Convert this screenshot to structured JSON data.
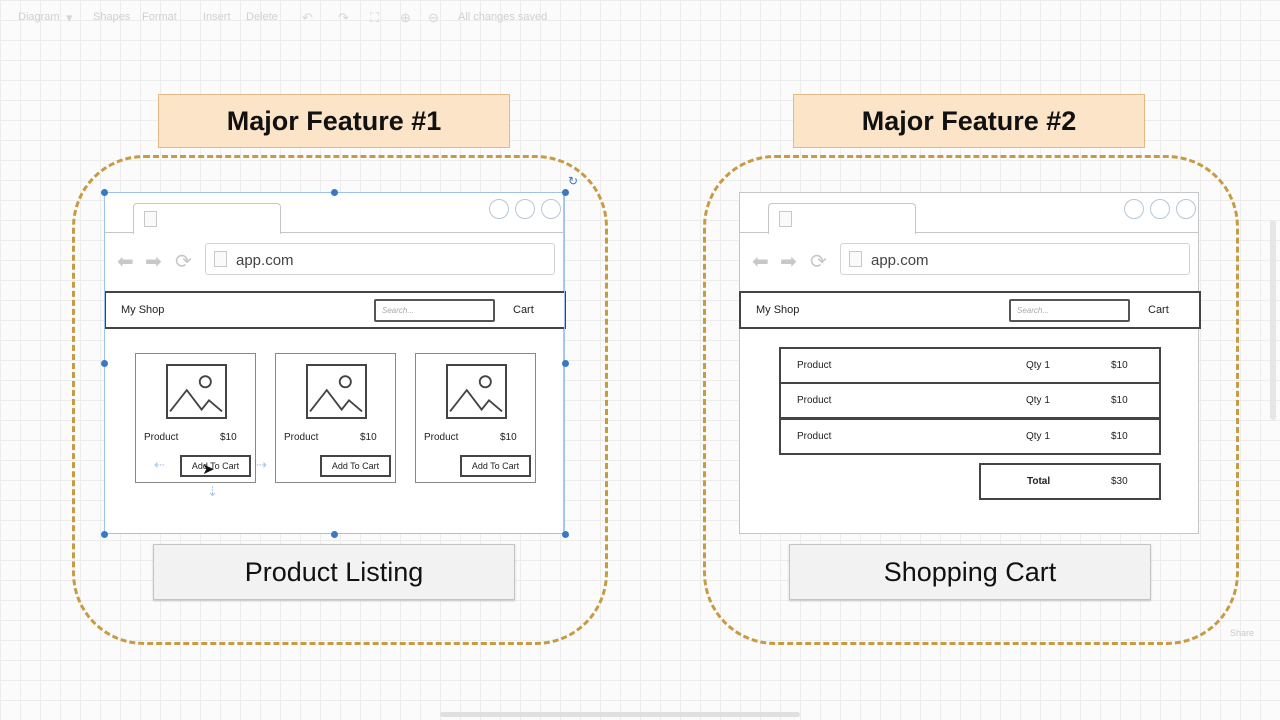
{
  "toolbar": {
    "diagram_menu": "Diagram",
    "shapes": "Shapes",
    "format": "Format",
    "insert": "Insert",
    "delete": "Delete",
    "status": "All changes saved"
  },
  "features": [
    {
      "header": "Major Feature #1",
      "caption": "Product Listing",
      "browser": {
        "url": "app.com",
        "shop_name": "My Shop",
        "search_placeholder": "Search...",
        "cart_label": "Cart"
      },
      "products": [
        {
          "name": "Product",
          "price": "$10",
          "button": "Add To Cart"
        },
        {
          "name": "Product",
          "price": "$10",
          "button": "Add To Cart"
        },
        {
          "name": "Product",
          "price": "$10",
          "button": "Add To Cart"
        }
      ]
    },
    {
      "header": "Major Feature #2",
      "caption": "Shopping Cart",
      "browser": {
        "url": "app.com",
        "shop_name": "My Shop",
        "search_placeholder": "Search...",
        "cart_label": "Cart"
      },
      "cart_items": [
        {
          "name": "Product",
          "qty": "Qty 1",
          "price": "$10"
        },
        {
          "name": "Product",
          "qty": "Qty 1",
          "price": "$10"
        },
        {
          "name": "Product",
          "qty": "Qty 1",
          "price": "$10"
        }
      ],
      "total": {
        "label": "Total",
        "value": "$30"
      }
    }
  ],
  "footer_text": "Share",
  "colors": {
    "header_fill": "#fbe4c8",
    "header_border": "#e6b884",
    "group_border": "#c89b42",
    "selection": "#3a78c3",
    "caption_fill": "#f2f2f2"
  },
  "icons": [
    "back-arrow-icon",
    "forward-arrow-icon",
    "reload-icon",
    "page-icon",
    "image-placeholder-icon",
    "search-icon",
    "zoom-in-icon",
    "zoom-out-icon",
    "undo-icon",
    "redo-icon",
    "fullscreen-icon"
  ]
}
